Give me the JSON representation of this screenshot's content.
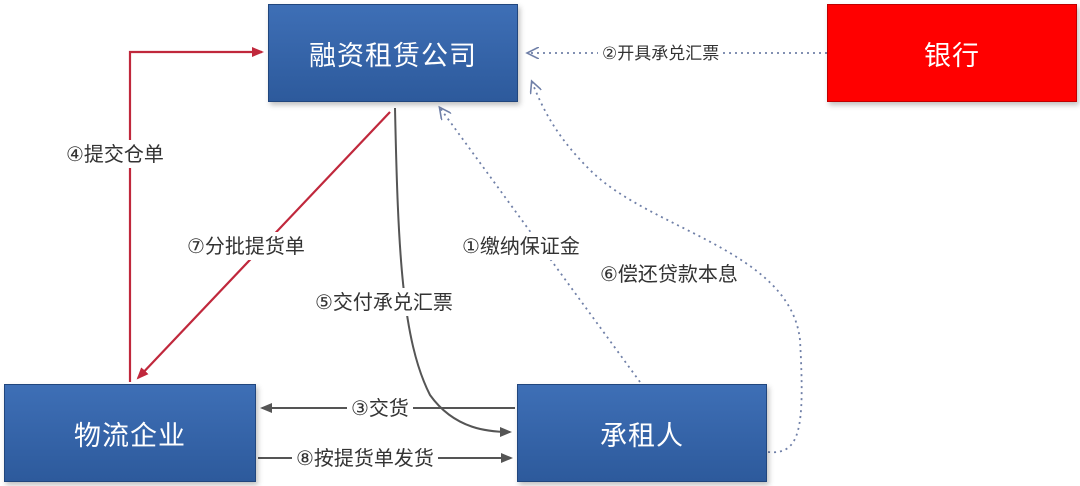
{
  "nodes": {
    "finance": "融资租赁公司",
    "bank": "银行",
    "logistics": "物流企业",
    "lessee": "承租人"
  },
  "edges": {
    "e1": "①缴纳保证金",
    "e2": "②开具承兑汇票",
    "e3": "③交货",
    "e4": "④提交仓单",
    "e5": "⑤交付承兑汇票",
    "e6": "⑥偿还贷款本息",
    "e7": "⑦分批提货单",
    "e8": "⑧按提货单发货"
  },
  "colors": {
    "box_blue": "#3563a8",
    "box_red": "#ff0000",
    "arrow_red": "#c0283c",
    "arrow_dark": "#555555",
    "arrow_dotted": "#7080a8"
  }
}
